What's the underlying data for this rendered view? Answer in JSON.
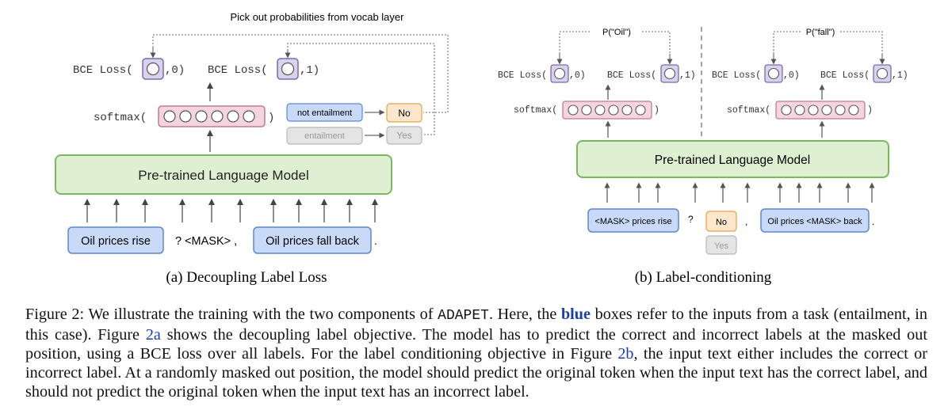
{
  "colors": {
    "green_fill": "#dff0d2",
    "green_stroke": "#7ab85f",
    "pink_fill": "#f3d4df",
    "pink_stroke": "#c07a95",
    "purple_fill": "#d8d2ec",
    "purple_stroke": "#7c6ba8",
    "blue_fill": "#c9daf8",
    "blue_stroke": "#5b86d6",
    "orange_fill": "#fde7cc",
    "orange_stroke": "#e5a050",
    "gray_fill": "#e4e4e4",
    "gray_stroke": "#b8b8b8",
    "orange_text": "#e38d2d",
    "faded_text": "#a8a8a8"
  },
  "left": {
    "top_label": "Pick out probabilities from vocab layer",
    "bce1_pre": "BCE Loss(",
    "bce1_post": ",0)",
    "bce2_pre": "BCE Loss(",
    "bce2_post": ",1)",
    "softmax_label": "softmax(",
    "close_paren": ")",
    "label_not_entailment": "not entailment",
    "label_entailment": "entailment",
    "verbalizer_no": "No",
    "verbalizer_yes": "Yes",
    "model_label": "Pre-trained Language Model",
    "input1": "Oil prices rise",
    "middle_tokens": "? <MASK> ,",
    "input2": "Oil prices fall back",
    "end_punct": ".",
    "subcaption": "(a) Decoupling Label Loss"
  },
  "right": {
    "p_oil": "P(\"Oil\")",
    "p_fall": "P(\"fall\")",
    "bce_a_pre": "BCE Loss(",
    "bce_a_post": ",0)",
    "bce_b_pre": "BCE Loss(",
    "bce_b_post": ",1)",
    "bce_c_pre": "BCE Loss(",
    "bce_c_post": ",0)",
    "bce_d_pre": "BCE Loss(",
    "bce_d_post": ",1)",
    "softmax_label": "softmax(",
    "close_paren": ")",
    "model_label": "Pre-trained Language Model",
    "input1": "<MASK> prices rise",
    "question": "?",
    "label_no": "No",
    "label_yes": "Yes",
    "comma": ",",
    "input2": "Oil prices <MASK> back",
    "end_punct": ".",
    "subcaption": "(b) Label-conditioning"
  },
  "caption": {
    "label": "Figure 2:",
    "t1": " We illustrate the training with the two components of ",
    "name": "ADAPET",
    "t2": ". Here, the ",
    "blue_word": "blue",
    "t3": " boxes refer to the inputs from a task (entailment, in this case). Figure ",
    "ref1": "2a",
    "t4": " shows the decoupling label objective. The model has to predict the correct and incorrect labels at the masked out position, using a BCE loss over all labels. For the label conditioning objective in Figure ",
    "ref2": "2b",
    "t5": ", the input text either includes the correct or incorrect label. At a randomly masked out position, the model should predict the original token when the input text has the correct label, and should not predict the original token when the input text has an incorrect label."
  }
}
